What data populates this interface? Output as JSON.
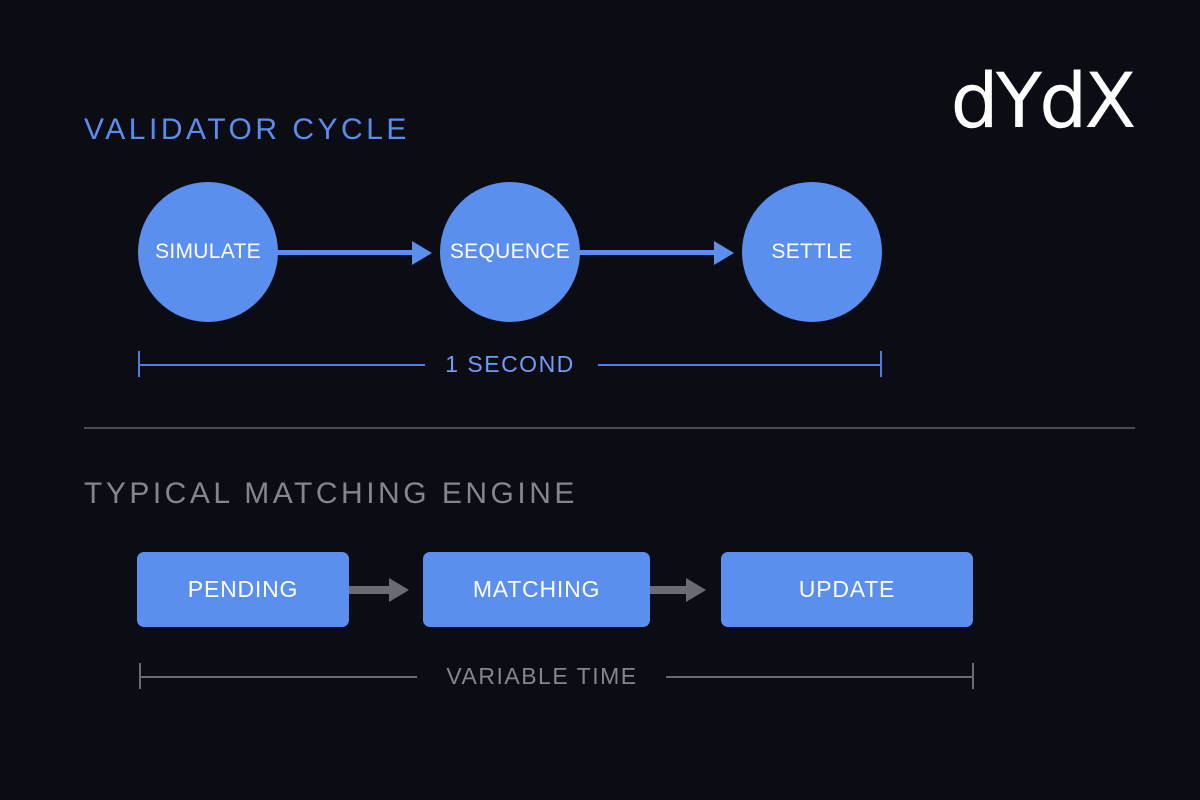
{
  "logo": {
    "text": "dYdX"
  },
  "validator_cycle": {
    "title": "VALIDATOR CYCLE",
    "steps": [
      "SIMULATE",
      "SEQUENCE",
      "SETTLE"
    ],
    "duration_label": "1 SECOND"
  },
  "matching_engine": {
    "title": "TYPICAL MATCHING ENGINE",
    "steps": [
      "PENDING",
      "MATCHING",
      "UPDATE"
    ],
    "duration_label": "VARIABLE TIME"
  },
  "colors": {
    "background": "#0c0d14",
    "accent_blue": "#5a8ff0",
    "muted_gray": "#85858e",
    "text_white": "#ffffff"
  }
}
